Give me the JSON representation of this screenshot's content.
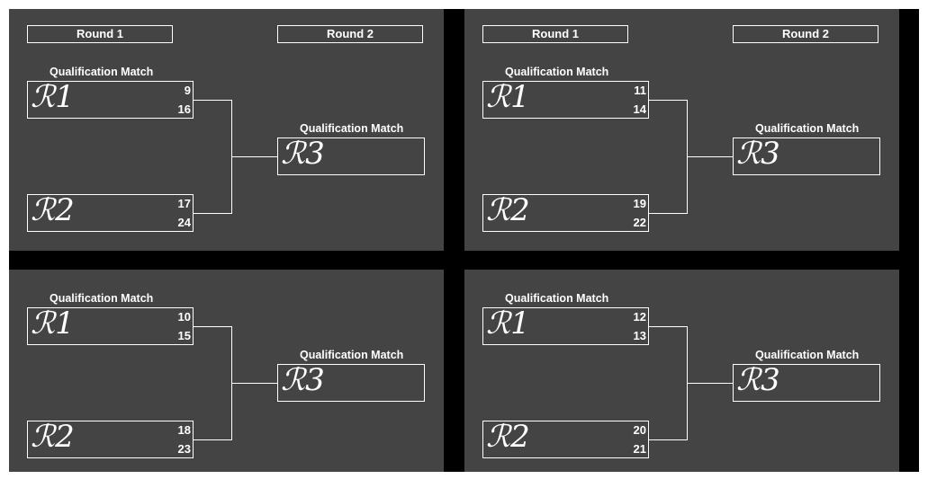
{
  "rounds": {
    "round1_label": "Round 1",
    "round2_label": "Round 2"
  },
  "match_label": "Qualification Match",
  "brackets": [
    {
      "r1": {
        "id": "ℛ1",
        "seeds": [
          "9",
          "16"
        ]
      },
      "r2": {
        "id": "ℛ2",
        "seeds": [
          "17",
          "24"
        ]
      },
      "r3": {
        "id": "ℛ3"
      }
    },
    {
      "r1": {
        "id": "ℛ1",
        "seeds": [
          "11",
          "14"
        ]
      },
      "r2": {
        "id": "ℛ2",
        "seeds": [
          "19",
          "22"
        ]
      },
      "r3": {
        "id": "ℛ3"
      }
    },
    {
      "r1": {
        "id": "ℛ1",
        "seeds": [
          "10",
          "15"
        ]
      },
      "r2": {
        "id": "ℛ2",
        "seeds": [
          "18",
          "23"
        ]
      },
      "r3": {
        "id": "ℛ3"
      }
    },
    {
      "r1": {
        "id": "ℛ1",
        "seeds": [
          "12",
          "13"
        ]
      },
      "r2": {
        "id": "ℛ2",
        "seeds": [
          "20",
          "21"
        ]
      },
      "r3": {
        "id": "ℛ3"
      }
    }
  ],
  "colors": {
    "panel_bg": "#444444",
    "divider": "#000000",
    "line": "#ffffff",
    "text": "#ffffff"
  }
}
